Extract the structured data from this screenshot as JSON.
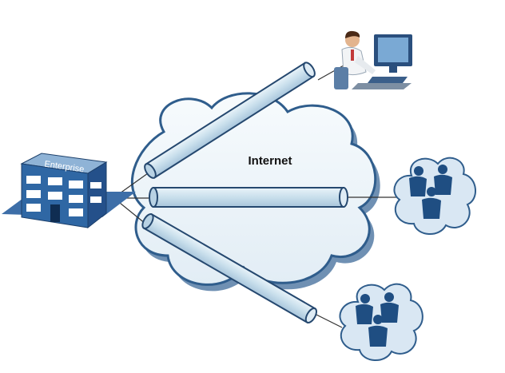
{
  "diagram": {
    "cloud_label": "Internet",
    "building_sign": "Enterprise",
    "colors": {
      "cloud_fill": "#eef4f9",
      "cloud_stroke": "#2f5d8c",
      "cloud_shadow": "#6f90b3",
      "tunnel_fill": "#cfe2ee",
      "tunnel_stroke": "#25486f",
      "building_front": "#2f67a4",
      "building_side": "#24508a",
      "building_base": "#3d6ea8",
      "user_cloud_fill": "#d9e7f3",
      "people": "#1f4e82"
    },
    "nodes": [
      {
        "id": "enterprise",
        "icon": "office-building-icon"
      },
      {
        "id": "remote-user",
        "icon": "person-at-computer-icon"
      },
      {
        "id": "branch-group-1",
        "icon": "people-group-icon"
      },
      {
        "id": "branch-group-2",
        "icon": "people-group-icon"
      }
    ],
    "tunnels": [
      {
        "from": "enterprise",
        "to": "remote-user"
      },
      {
        "from": "enterprise",
        "to": "branch-group-1"
      },
      {
        "from": "enterprise",
        "to": "branch-group-2"
      }
    ]
  }
}
